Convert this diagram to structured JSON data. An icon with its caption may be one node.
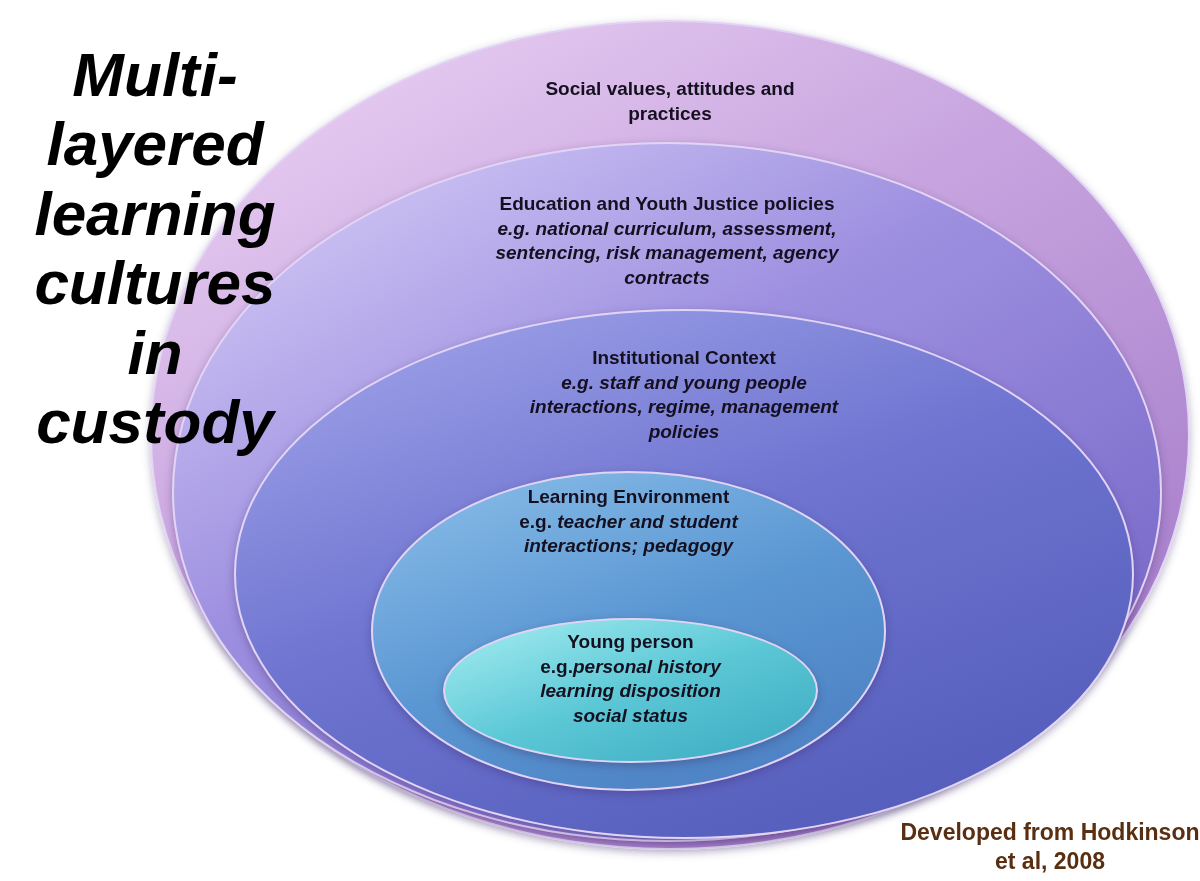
{
  "diagram": {
    "title": "Multi-layered learning cultures in custody",
    "caption": "Developed from Hodkinson et al, 2008",
    "nodes": [
      {
        "text": [
          "Social values, attitudes and practices"
        ]
      },
      {
        "text": [
          "Education and Youth Justice policies",
          "e.g. national curriculum, assessment, sentencing, risk management, agency contracts"
        ],
        "in": 0
      },
      {
        "text": [
          "Institutional Context",
          "e.g. staff and young people interactions, regime, management policies"
        ],
        "in": 1
      },
      {
        "text": [
          "Learning Environment",
          "e.g. *teacher and student interactions; pedagogy*"
        ],
        "in": 2
      },
      {
        "text": [
          "Young person",
          "e.g.*personal history learning disposition social status*"
        ],
        "in": 3
      }
    ],
    "edges": []
  }
}
